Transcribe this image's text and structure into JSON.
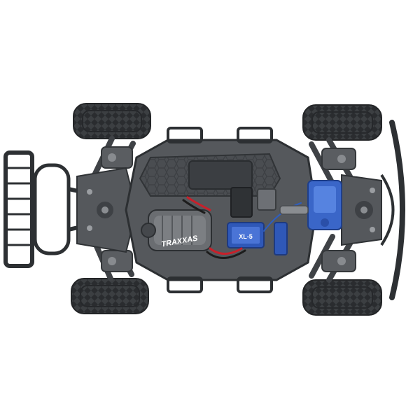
{
  "image": {
    "subject": "rc-truck-chassis-top-view",
    "background_color": "#ffffff"
  },
  "labels": {
    "motor_brand": "TRAXXAS",
    "esc_label": "XL-5"
  },
  "colors": {
    "chassis": "#55585c",
    "chassis_dark": "#3a3d41",
    "tire": "#3c3f42",
    "tire_tread": "#2a2c2f",
    "servo_blue": "#3a66c8",
    "esc_blue": "#2f58b8",
    "wire_red": "#c8202a"
  }
}
